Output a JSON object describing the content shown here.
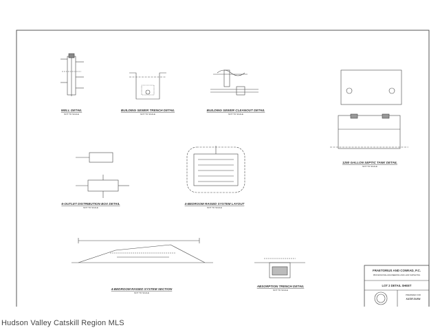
{
  "sheet": {
    "details": [
      {
        "title": "WELL DETAIL",
        "scale": "NOT TO SCALE"
      },
      {
        "title": "BUILDING SEWER TRENCH DETAIL",
        "scale": "NOT TO SCALE"
      },
      {
        "title": "BUILDING SEWER CLEANOUT DETAIL",
        "scale": "NOT TO SCALE"
      },
      {
        "title": "1250 GALLON SEPTIC TANK DETAIL",
        "scale": "NOT TO SCALE"
      },
      {
        "title": "6-OUTLET DISTRIBUTION BOX DETAIL",
        "scale": "NOT TO SCALE"
      },
      {
        "title": "4-BEDROOM RAISED SYSTEM LAYOUT",
        "scale": "NOT TO SCALE"
      },
      {
        "title": "4-BEDROOM RAISED SYSTEM SECTION",
        "scale": "NOT TO SCALE"
      },
      {
        "title": "ABSORPTION TRENCH DETAIL",
        "scale": "NOT TO SCALE"
      }
    ],
    "title_block": {
      "firm": "FRAETORIUS AND CONRAD, P.C.",
      "firm_sub": "PROFESSIONAL ENGINEERING AND LAND SURVEYING",
      "sheet_title": "LOT 2 DETAIL SHEET",
      "prepared_for_label": "PREPARED FOR",
      "prepared_for": "KATIE DUNN"
    }
  },
  "watermark": "Hudson Valley Catskill Region MLS"
}
